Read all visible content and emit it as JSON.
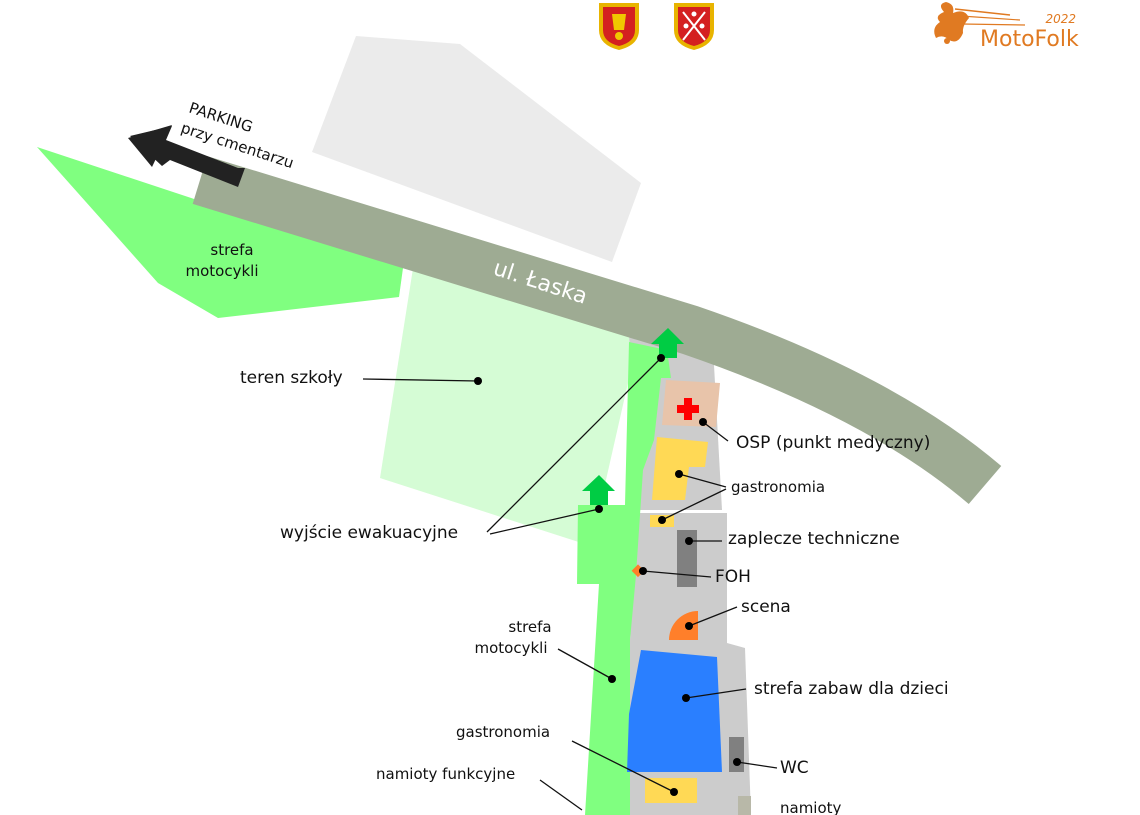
{
  "event": {
    "year": "2022",
    "name": "MotoFolk"
  },
  "parking": {
    "line1": "PARKING",
    "line2": "przy cmentarzu"
  },
  "road": {
    "label": "ul. Łaska"
  },
  "labels": {
    "moto_zone_top_1": "strefa",
    "moto_zone_top_2": "motocykli",
    "school": "teren szkoły",
    "osp": "OSP (punkt medyczny)",
    "gastro_top": "gastronomia",
    "evac": "wyjście ewakuacyjne",
    "tech": "zaplecze techniczne",
    "foh": "FOH",
    "stage": "scena",
    "moto_zone_bottom_1": "strefa",
    "moto_zone_bottom_2": "motocykli",
    "kids": "strefa zabaw dla dzieci",
    "gastro_bottom": "gastronomia",
    "wc": "WC",
    "tents_func": "namioty funkcyjne",
    "tents": "namioty"
  },
  "colors": {
    "road": "#9eab93",
    "green_zone": "#80ff80",
    "school_area": "#d5fcd5",
    "building": "#ebebeb",
    "venue": "#cccccc",
    "food": "#ffd955",
    "kids": "#2a7fff",
    "stage": "#ff7f2a",
    "osp": "#e8c4aa",
    "medical_cross": "#ff0000",
    "tech": "#808080",
    "evac_arrow": "#00cc44",
    "parking_arrow": "#222222",
    "logo": "#e07a22"
  }
}
